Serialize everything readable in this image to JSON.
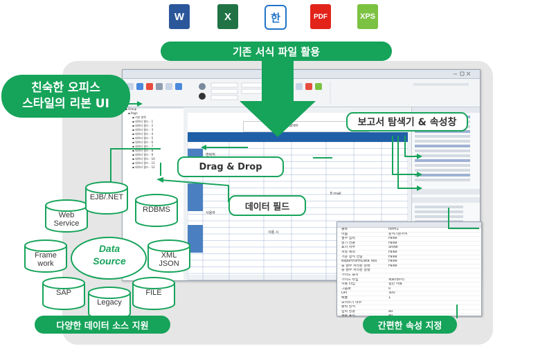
{
  "file_icons": [
    {
      "name": "word-icon",
      "letter": "W",
      "color": "#2b579a"
    },
    {
      "name": "excel-icon",
      "letter": "X",
      "color": "#217346"
    },
    {
      "name": "hwp-icon",
      "letter": "한",
      "color": "#1f73c8"
    },
    {
      "name": "pdf-icon",
      "letter": "PDF",
      "color": "#e2231a"
    },
    {
      "name": "xps-icon",
      "letter": "XPS",
      "color": "#7cc242"
    }
  ],
  "banners": {
    "top": "기존 서식 파일 활용",
    "ribbon": "친숙한 오피스\n스타일의 리본 UI",
    "explorer": "보고서 탐색기 & 속성창",
    "datasource": "다양한 데이터 소스 지원",
    "property": "간편한 속성 지정"
  },
  "callouts": {
    "drag": "Drag & Drop",
    "field": "데이터 필드"
  },
  "data_sources": {
    "center": "Data\nSource",
    "items": [
      "Web\nService",
      "EJB/.NET",
      "RDBMS",
      "Frame\nwork",
      "XML\nJSON",
      "SAP",
      "Legacy",
      "FILE"
    ]
  },
  "colors": {
    "green": "#16a35a",
    "arrow_green": "#16a35a",
    "panel": "#e6e6e6",
    "title_bar": "#1f5fa8"
  },
  "window": {
    "doc_title": "prdnm",
    "tree_items": [
      "Group",
      "Page",
      "기본 항목",
      "데이터 필드 - 1",
      "데이터 필드 - 2",
      "데이터 필드 - 3",
      "데이터 필드 - 4",
      "데이터 필드 - 5",
      "데이터 필드 - 6",
      "데이터 필드 - 7",
      "데이터 필드 - 8",
      "데이터 필드 - 9",
      "데이터 필드 - 10",
      "데이터 필드 - 11",
      "데이터 필드 - 12"
    ],
    "form_labels": [
      "연락처",
      "주소",
      "E-mail",
      "사용자",
      "사용 시"
    ]
  },
  "popup": {
    "rows": [
      {
        "k": "종류",
        "v": "form1"
      },
      {
        "k": "이름",
        "v": "문서기본서식"
      },
      {
        "k": "필수 입력",
        "v": "False"
      },
      {
        "k": "읽기 전용",
        "v": "False"
      },
      {
        "k": "표시 여부",
        "v": "Show"
      },
      {
        "k": "저장 제외",
        "v": "False"
      },
      {
        "k": "가운 형식 전달",
        "v": "False"
      },
      {
        "k": "exportFormData 제외",
        "v": "False"
      },
      {
        "k": "중 첨부 처리된 원래",
        "v": "False"
      },
      {
        "k": "중 첨부 처리된 실행",
        "v": ""
      },
      {
        "k": "가이드 표시",
        "v": ""
      },
      {
        "k": "가이드 타입",
        "v": "세로테두리"
      },
      {
        "k": "사용 타입",
        "v": "일반 사용"
      },
      {
        "k": "그룹화",
        "v": "0"
      },
      {
        "k": "DPI",
        "v": "300"
      },
      {
        "k": "배율",
        "v": "1"
      },
      {
        "k": "모아쓰기 여부",
        "v": ""
      },
      {
        "k": "출력 방식",
        "v": ""
      },
      {
        "k": "입력 방향",
        "v": "All"
      },
      {
        "k": "세로 표시",
        "v": "All"
      }
    ]
  }
}
